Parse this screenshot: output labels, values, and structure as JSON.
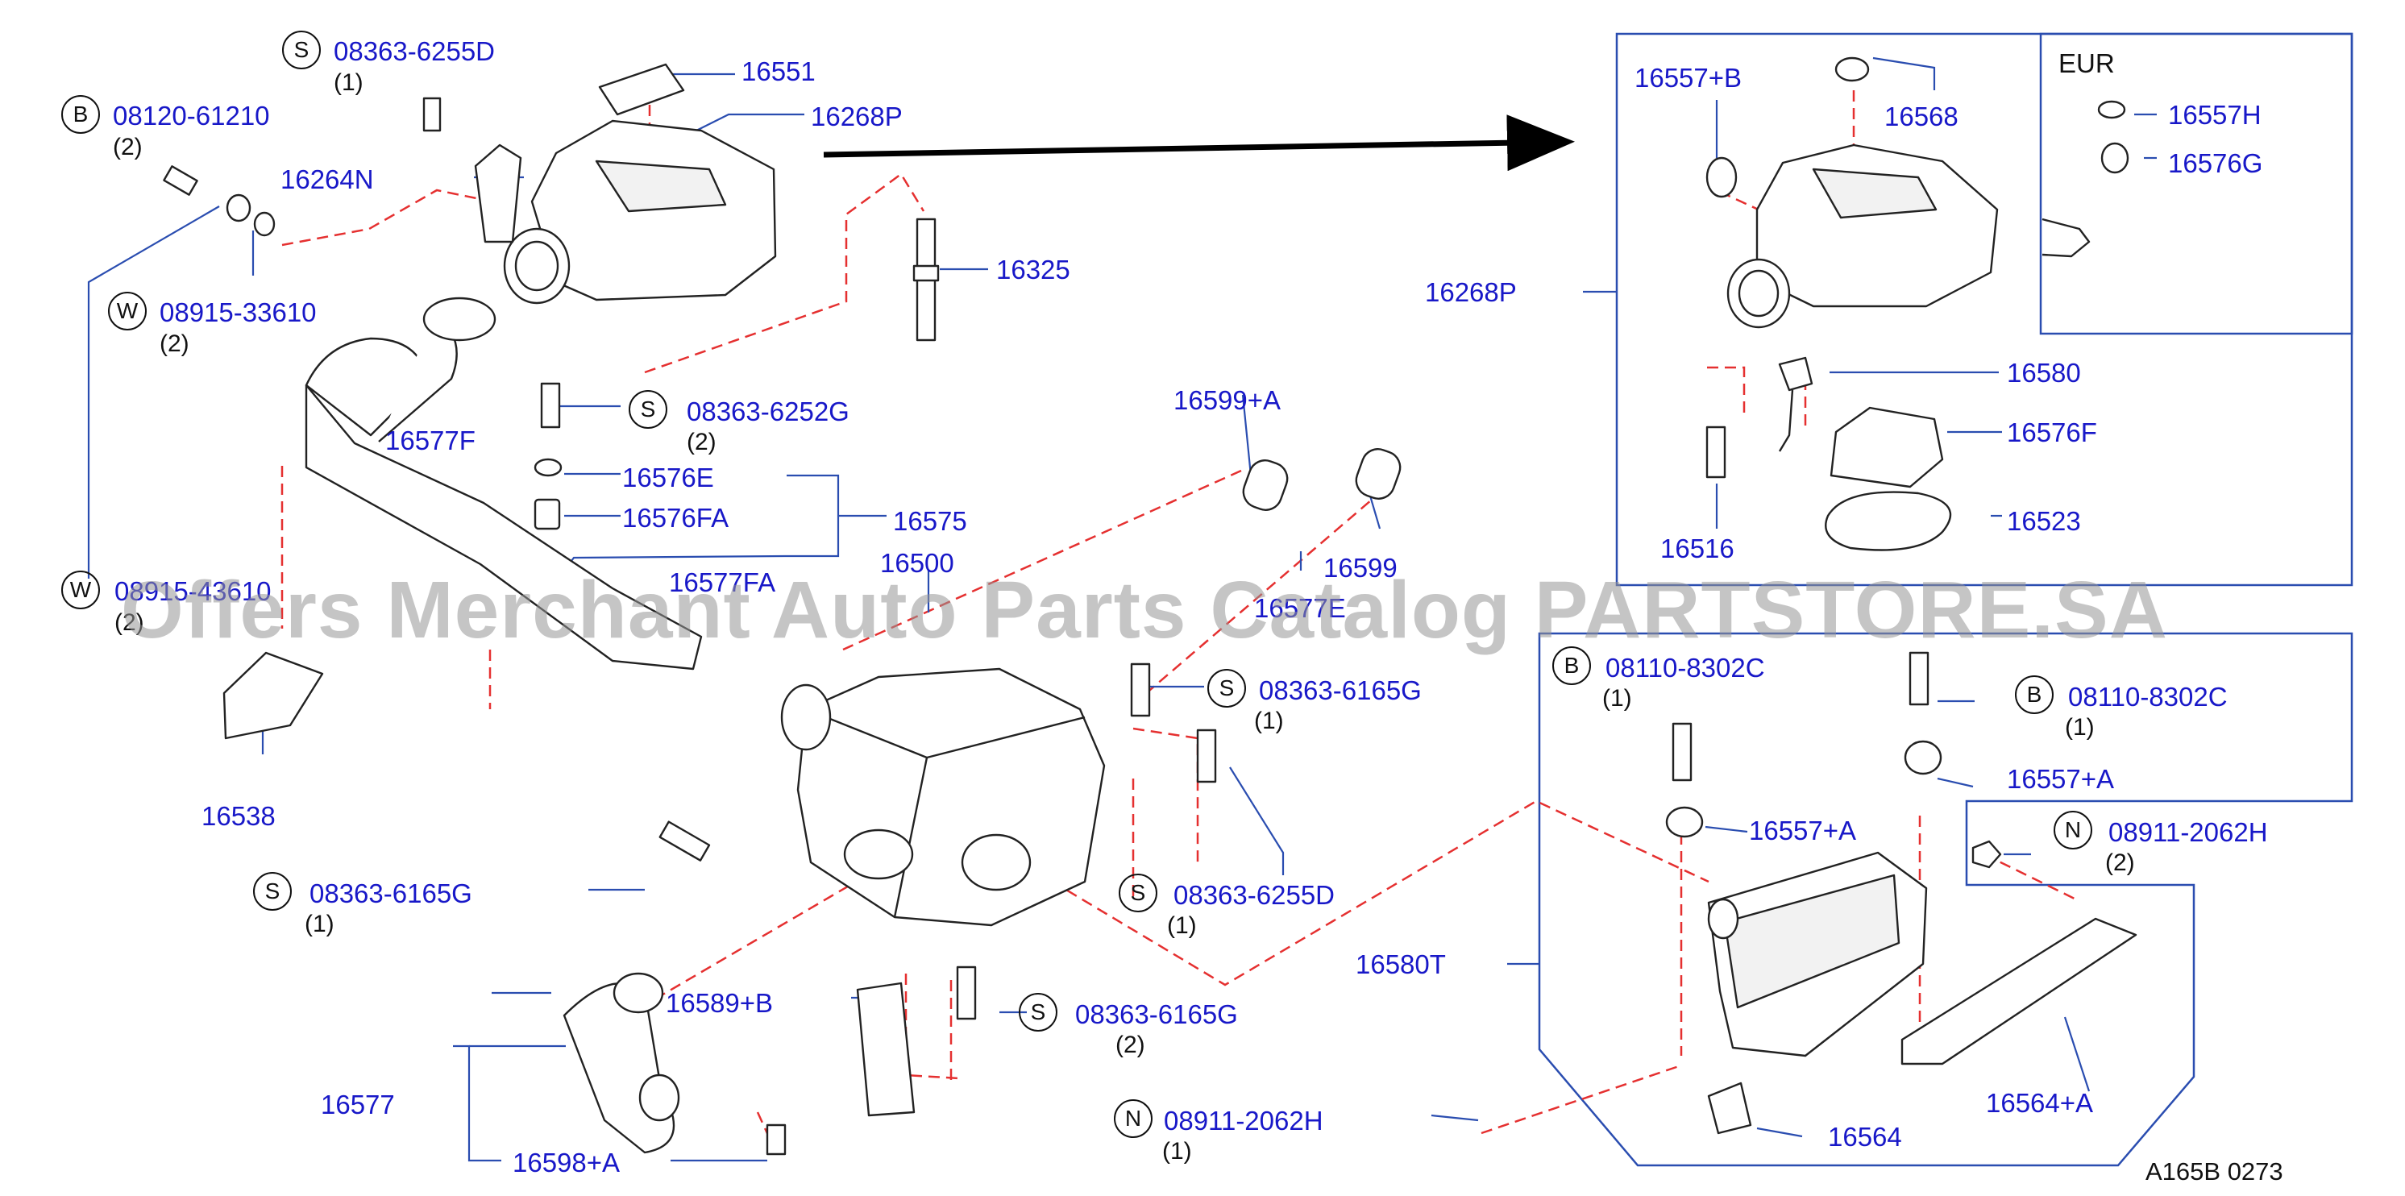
{
  "watermark": "Offers Merchant Auto Parts Catalog PARTSTORE.SA",
  "figure_code": "A165B  0273",
  "inset_eur_label": "EUR",
  "callouts": [
    {
      "id": "c1",
      "prefix": "S",
      "number": "08363-6255D",
      "qty": "(1)"
    },
    {
      "id": "c2",
      "prefix": "B",
      "number": "08120-61210",
      "qty": "(2)"
    },
    {
      "id": "c3",
      "prefix": "W",
      "number": "08915-33610",
      "qty": "(2)"
    },
    {
      "id": "c4",
      "prefix": "W",
      "number": "08915-43610",
      "qty": "(2)"
    },
    {
      "id": "c5",
      "prefix": "S",
      "number": "08363-6252G",
      "qty": "(2)"
    },
    {
      "id": "c6",
      "prefix": "S",
      "number": "08363-6165G",
      "qty": "(1)"
    },
    {
      "id": "c7",
      "prefix": "S",
      "number": "08363-6255D",
      "qty": "(1)"
    },
    {
      "id": "c8",
      "prefix": "S",
      "number": "08363-6165G",
      "qty": "(1)"
    },
    {
      "id": "c9",
      "prefix": "S",
      "number": "08363-6165G",
      "qty": "(2)"
    },
    {
      "id": "c10",
      "prefix": "N",
      "number": "08911-2062H",
      "qty": "(1)"
    },
    {
      "id": "c11",
      "prefix": "B",
      "number": "08110-8302C",
      "qty": "(1)"
    },
    {
      "id": "c12",
      "prefix": "B",
      "number": "08110-8302C",
      "qty": "(1)"
    },
    {
      "id": "c13",
      "prefix": "N",
      "number": "08911-2062H",
      "qty": "(2)"
    }
  ],
  "part_labels": [
    {
      "id": "p16551",
      "text": "16551"
    },
    {
      "id": "p16268p",
      "text": "16268P"
    },
    {
      "id": "p16264n",
      "text": "16264N"
    },
    {
      "id": "p16325",
      "text": "16325"
    },
    {
      "id": "p16577f",
      "text": "16577F"
    },
    {
      "id": "p16576e",
      "text": "16576E"
    },
    {
      "id": "p16576fa",
      "text": "16576FA"
    },
    {
      "id": "p16575",
      "text": "16575"
    },
    {
      "id": "p16577fa",
      "text": "16577FA"
    },
    {
      "id": "p16500",
      "text": "16500"
    },
    {
      "id": "p16599a",
      "text": "16599+A"
    },
    {
      "id": "p16599",
      "text": "16599"
    },
    {
      "id": "p16577e",
      "text": "16577E"
    },
    {
      "id": "p16538",
      "text": "16538"
    },
    {
      "id": "p16589b",
      "text": "16589+B"
    },
    {
      "id": "p16577",
      "text": "16577"
    },
    {
      "id": "p16598a",
      "text": "16598+A"
    },
    {
      "id": "p16557b",
      "text": "16557+B"
    },
    {
      "id": "p16568",
      "text": "16568"
    },
    {
      "id": "p16557h",
      "text": "16557H"
    },
    {
      "id": "p16576g",
      "text": "16576G"
    },
    {
      "id": "p16268p2",
      "text": "16268P"
    },
    {
      "id": "p16580",
      "text": "16580"
    },
    {
      "id": "p16576f",
      "text": "16576F"
    },
    {
      "id": "p16516",
      "text": "16516"
    },
    {
      "id": "p16523",
      "text": "16523"
    },
    {
      "id": "p16557a1",
      "text": "16557+A"
    },
    {
      "id": "p16557a2",
      "text": "16557+A"
    },
    {
      "id": "p16580t",
      "text": "16580T"
    },
    {
      "id": "p16564a",
      "text": "16564+A"
    },
    {
      "id": "p16564",
      "text": "16564"
    }
  ]
}
